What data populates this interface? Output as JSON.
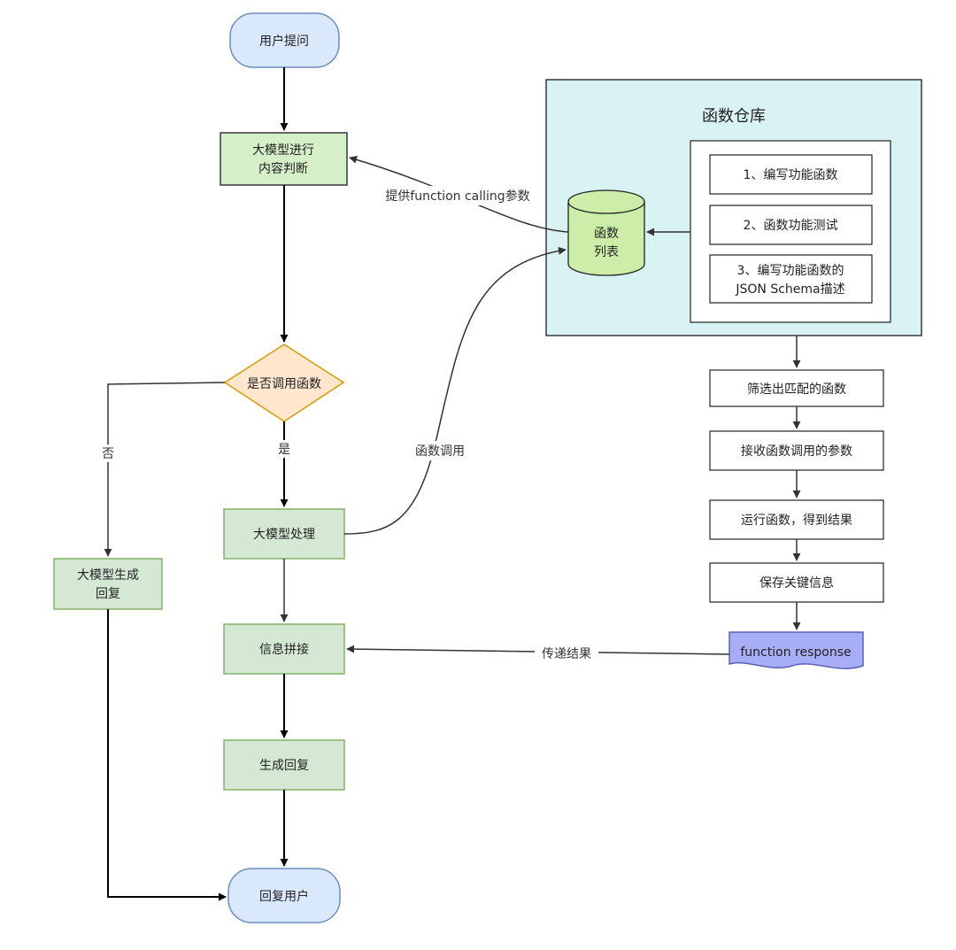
{
  "nodes": {
    "user_question": "用户提问",
    "llm_judge_l1": "大模型进行",
    "llm_judge_l2": "内容判断",
    "decision": "是否调用函数",
    "llm_process": "大模型处理",
    "llm_generate_l1": "大模型生成",
    "llm_generate_l2": "回复",
    "info_concat": "信息拼接",
    "gen_reply": "生成回复",
    "reply_user": "回复用户",
    "function_list_l1": "函数",
    "function_list_l2": "列表",
    "repo_title": "函数仓库",
    "repo_step1": "1、编写功能函数",
    "repo_step2": "2、函数功能测试",
    "repo_step3_l1": "3、编写功能函数的",
    "repo_step3_l2": "JSON Schema描述",
    "filter": "筛选出匹配的函数",
    "receive_params": "接收函数调用的参数",
    "run_function": "运行函数，得到结果",
    "save_info": "保存关键信息",
    "function_response": "function response"
  },
  "edges": {
    "provide_params": "提供function calling参数",
    "function_call": "函数调用",
    "no": "否",
    "yes": "是",
    "pass_result": "传递结果"
  },
  "colors": {
    "terminal_fill": "#dae8fc",
    "terminal_stroke": "#6c8ebf",
    "process_fill": "#d5e8d4",
    "process_stroke": "#82b366",
    "highlight_fill": "#d5f0c8",
    "decision_fill": "#ffe6cc",
    "decision_stroke": "#d79b00",
    "repo_fill": "#d9f3f4",
    "document_fill": "#a7aef5",
    "document_stroke": "#5a62b8",
    "cylinder_fill": "#cdeea8",
    "line": "#000000"
  }
}
